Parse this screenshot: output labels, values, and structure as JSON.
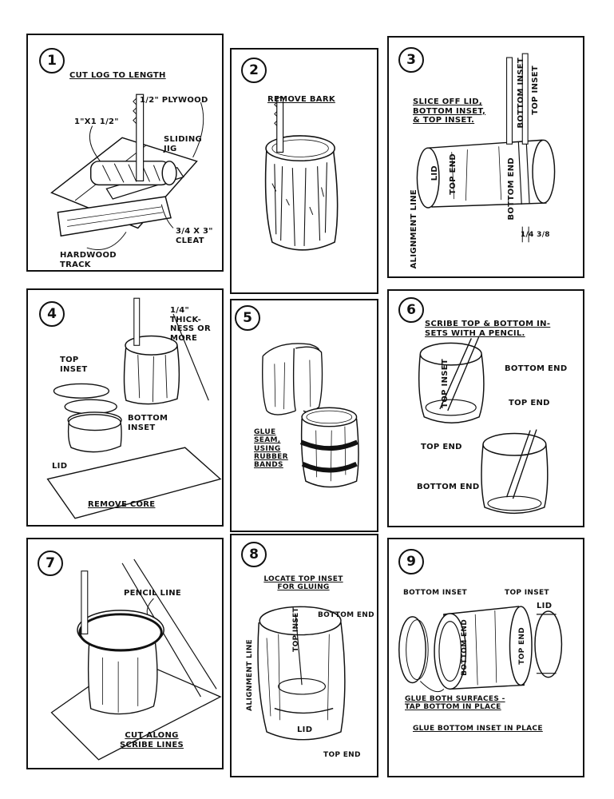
{
  "steps": [
    {
      "number": "1",
      "title": "CUT LOG TO LENGTH",
      "labels": {
        "plywood": "1/2\" PLYWOOD",
        "size": "1\"x1 1/2\"",
        "jig": "SLIDING JIG",
        "cleat": "3/4 x 3\" CLEAT",
        "track": "HARDWOOD TRACK"
      }
    },
    {
      "number": "2",
      "title": "REMOVE BARK"
    },
    {
      "number": "3",
      "title": "SLICE OFF LID, BOTTOM INSET, & TOP INSET.",
      "labels": {
        "bottom_inset": "BOTTOM INSET",
        "top_inset": "TOP INSET",
        "lid": "LID",
        "top_end": "TOP END",
        "bottom_end": "BOTTOM END",
        "alignment": "ALIGNMENT LINE",
        "dim": "1/4 3/8"
      }
    },
    {
      "number": "4",
      "title": "REMOVE CORE",
      "labels": {
        "thickness": "1/4\" THICK- NESS OR MORE",
        "top_inset": "TOP INSET",
        "bottom_inset": "BOTTOM INSET",
        "lid": "LID"
      }
    },
    {
      "number": "5",
      "labels": {
        "glue": "GLUE SEAM, USING RUBBER BANDS"
      }
    },
    {
      "number": "6",
      "title": "SCRIBE TOP & BOTTOM IN- SETS WITH A PENCIL.",
      "labels": {
        "top_inset": "TOP INSET",
        "bottom_end": "BOTTOM END",
        "top_end": "TOP END",
        "top_end2": "TOP END",
        "bottom_end2": "BOTTOM END"
      }
    },
    {
      "number": "7",
      "labels": {
        "pencil": "PENCIL LINE",
        "cut": "CUT ALONG SCRIBE LINES"
      }
    },
    {
      "number": "8",
      "title": "LOCATE TOP INSET FOR GLUING",
      "labels": {
        "top_inset": "TOP INSET",
        "bottom_end": "BOTTOM END",
        "alignment": "ALIGNMENT LINE",
        "lid": "LID",
        "top_end": "TOP END"
      }
    },
    {
      "number": "9",
      "title": "GLUE BOTTOM INSET IN PLACE",
      "labels": {
        "bottom_inset": "BOTTOM INSET",
        "top_inset": "TOP INSET",
        "lid": "LID",
        "bottom_end": "BOTTOM END",
        "top_end": "TOP END",
        "glue": "GLUE BOTH SURFACES - TAP BOTTOM IN PLACE"
      }
    }
  ]
}
